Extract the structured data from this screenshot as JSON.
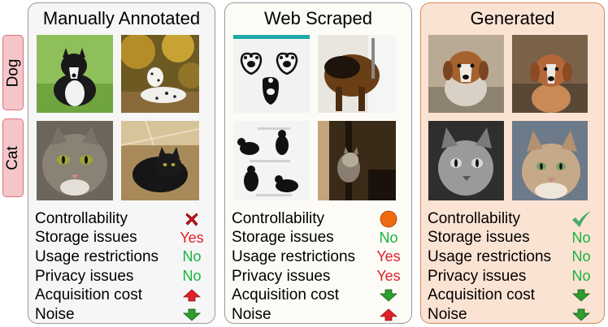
{
  "rows": [
    "Dog",
    "Cat"
  ],
  "panels": [
    {
      "title": "Manually Annotated",
      "properties": [
        {
          "label": "Controllability",
          "icon": "red-x-icon"
        },
        {
          "label": "Storage issues",
          "text": "Yes",
          "status": "yes"
        },
        {
          "label": "Usage restrictions",
          "text": "No",
          "status": "no"
        },
        {
          "label": "Privacy issues",
          "text": "No",
          "status": "no"
        },
        {
          "label": "Acquisition cost",
          "icon": "red-up-arrow-icon"
        },
        {
          "label": "Noise",
          "icon": "green-down-arrow-icon"
        }
      ]
    },
    {
      "title": "Web Scraped",
      "properties": [
        {
          "label": "Controllability",
          "icon": "orange-circle-icon"
        },
        {
          "label": "Storage issues",
          "text": "No",
          "status": "no"
        },
        {
          "label": "Usage restrictions",
          "text": "Yes",
          "status": "yes"
        },
        {
          "label": "Privacy issues",
          "text": "Yes",
          "status": "yes"
        },
        {
          "label": "Acquisition cost",
          "icon": "green-down-arrow-icon"
        },
        {
          "label": "Noise",
          "icon": "red-up-arrow-icon"
        }
      ]
    },
    {
      "title": "Generated",
      "properties": [
        {
          "label": "Controllability",
          "icon": "green-check-icon"
        },
        {
          "label": "Storage issues",
          "text": "No",
          "status": "no"
        },
        {
          "label": "Usage restrictions",
          "text": "No",
          "status": "no"
        },
        {
          "label": "Privacy issues",
          "text": "No",
          "status": "no"
        },
        {
          "label": "Acquisition cost",
          "icon": "green-down-arrow-icon"
        },
        {
          "label": "Noise",
          "icon": "green-down-arrow-icon"
        }
      ]
    }
  ],
  "colors": {
    "panel1_bg": "#f6f6f6",
    "panel2_bg": "#fdfbf6",
    "panel3_bg": "#fbe3d3",
    "panel3_border": "#d08a5a",
    "tab_bg": "#f4c6c8",
    "yes": "#e0202a",
    "no": "#17b33f"
  }
}
